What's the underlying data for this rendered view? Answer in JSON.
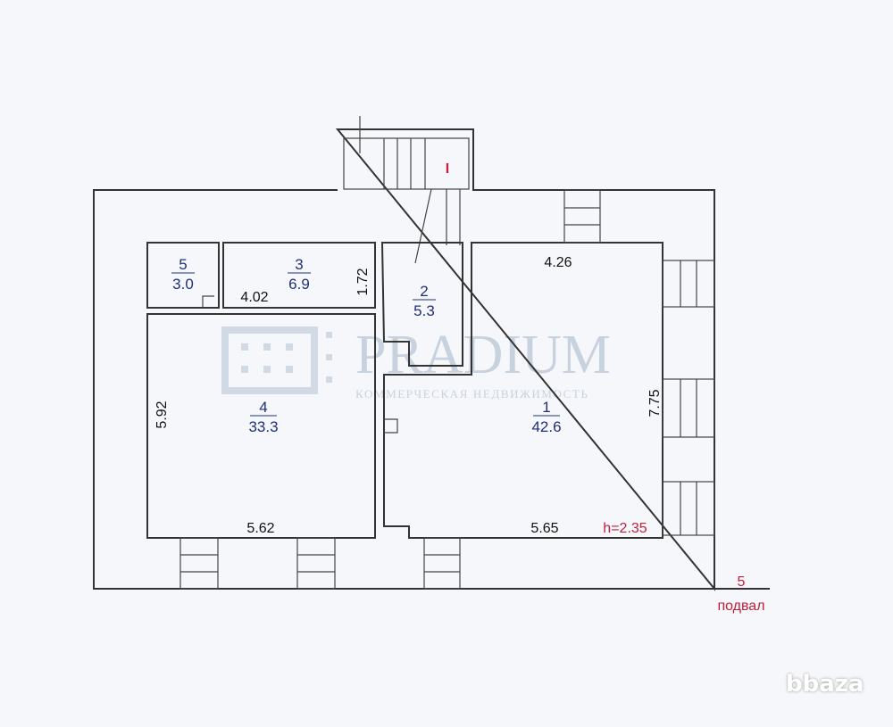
{
  "rooms": [
    {
      "number": "1",
      "area": "42.6"
    },
    {
      "number": "2",
      "area": "5.3"
    },
    {
      "number": "3",
      "area": "6.9"
    },
    {
      "number": "4",
      "area": "33.3"
    },
    {
      "number": "5",
      "area": "3.0"
    }
  ],
  "dimensions": {
    "room1_top": "4.26",
    "room1_right": "7.75",
    "room1_bottom": "5.65",
    "room3_width": "4.02",
    "room3_height": "1.72",
    "room4_left": "5.92",
    "room4_bottom": "5.62"
  },
  "ceiling_height": "h=2.35",
  "entrance_mark": "I",
  "floor_label": {
    "number": "5",
    "text": "подвал"
  },
  "watermark": {
    "brand": "PRADIUM",
    "tagline": "КОММЕРЧЕСКАЯ НЕДВИЖИМОСТЬ",
    "site": "bbaza"
  },
  "colors": {
    "room_label": "#1f2f7a",
    "annotation": "#c0203a",
    "watermark": "#b9c6d6"
  }
}
